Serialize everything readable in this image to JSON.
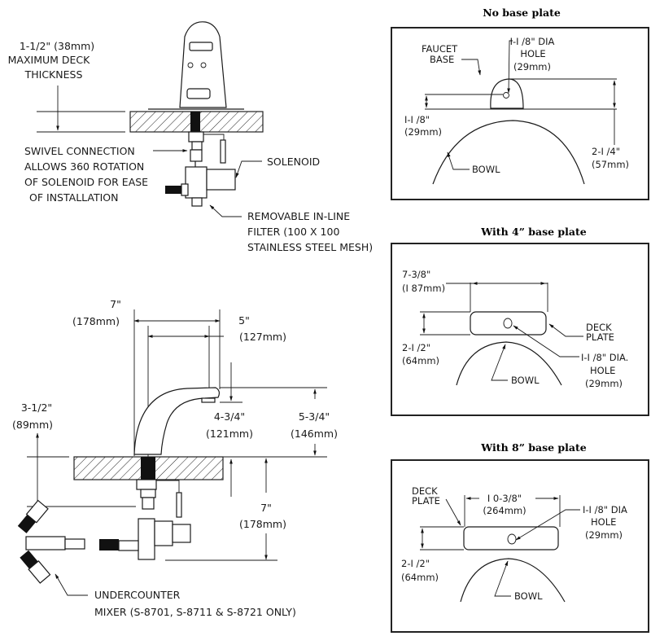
{
  "top_view": {
    "deck_thickness": [
      "1-1/2\" (38mm)",
      "MAXIMUM DECK",
      "THICKNESS"
    ],
    "swivel_note": [
      "SWIVEL CONNECTION",
      "ALLOWS 360 ROTATION",
      "OF SOLENOID FOR EASE",
      "OF INSTALLATION"
    ],
    "solenoid": "SOLENOID",
    "filter_note": [
      "REMOVABLE IN-LINE",
      "FILTER (100 X 100",
      "STAINLESS STEEL MESH)"
    ]
  },
  "side_view": {
    "reach_total": [
      "7\"",
      "(178mm)"
    ],
    "reach_spout": [
      "5\"",
      "(127mm)"
    ],
    "spout_height": [
      "4-3/4\"",
      "(121mm)"
    ],
    "overall_height": [
      "5-3/4\"",
      "(146mm)"
    ],
    "below_deck_upper": [
      "3-1/2\"",
      "(89mm)"
    ],
    "below_deck_total": [
      "7\"",
      "(178mm)"
    ],
    "mixer_note": [
      "UNDERCOUNTER",
      "MIXER (S-8701, S-8711 & S-8721 ONLY)"
    ]
  },
  "panels": [
    {
      "title": "No base plate",
      "faucet_base": [
        "FAUCET",
        "BASE"
      ],
      "hole": [
        "I-I /8\" DIA",
        "HOLE",
        "(29mm)"
      ],
      "hole_offset": [
        "I-I /8\"",
        "(29mm)"
      ],
      "base_depth": [
        "2-I /4\"",
        "(57mm)"
      ],
      "bowl": "BOWL"
    },
    {
      "title": "With 4” base plate",
      "plate_width": [
        "7-3/8\"",
        "(I 87mm)"
      ],
      "plate_depth": [
        "2-I /2\"",
        "(64mm)"
      ],
      "deck_plate": [
        "DECK",
        "PLATE"
      ],
      "hole": [
        "I-I /8\" DIA.",
        "HOLE",
        "(29mm)"
      ],
      "bowl": "BOWL"
    },
    {
      "title": "With 8” base plate",
      "deck_plate": [
        "DECK",
        "PLATE"
      ],
      "plate_width": [
        "I 0-3/8\"",
        "(264mm)"
      ],
      "hole": [
        "I-I /8\" DIA",
        "HOLE",
        "(29mm)"
      ],
      "plate_depth": [
        "2-I /2\"",
        "(64mm)"
      ],
      "bowl": "BOWL"
    }
  ]
}
